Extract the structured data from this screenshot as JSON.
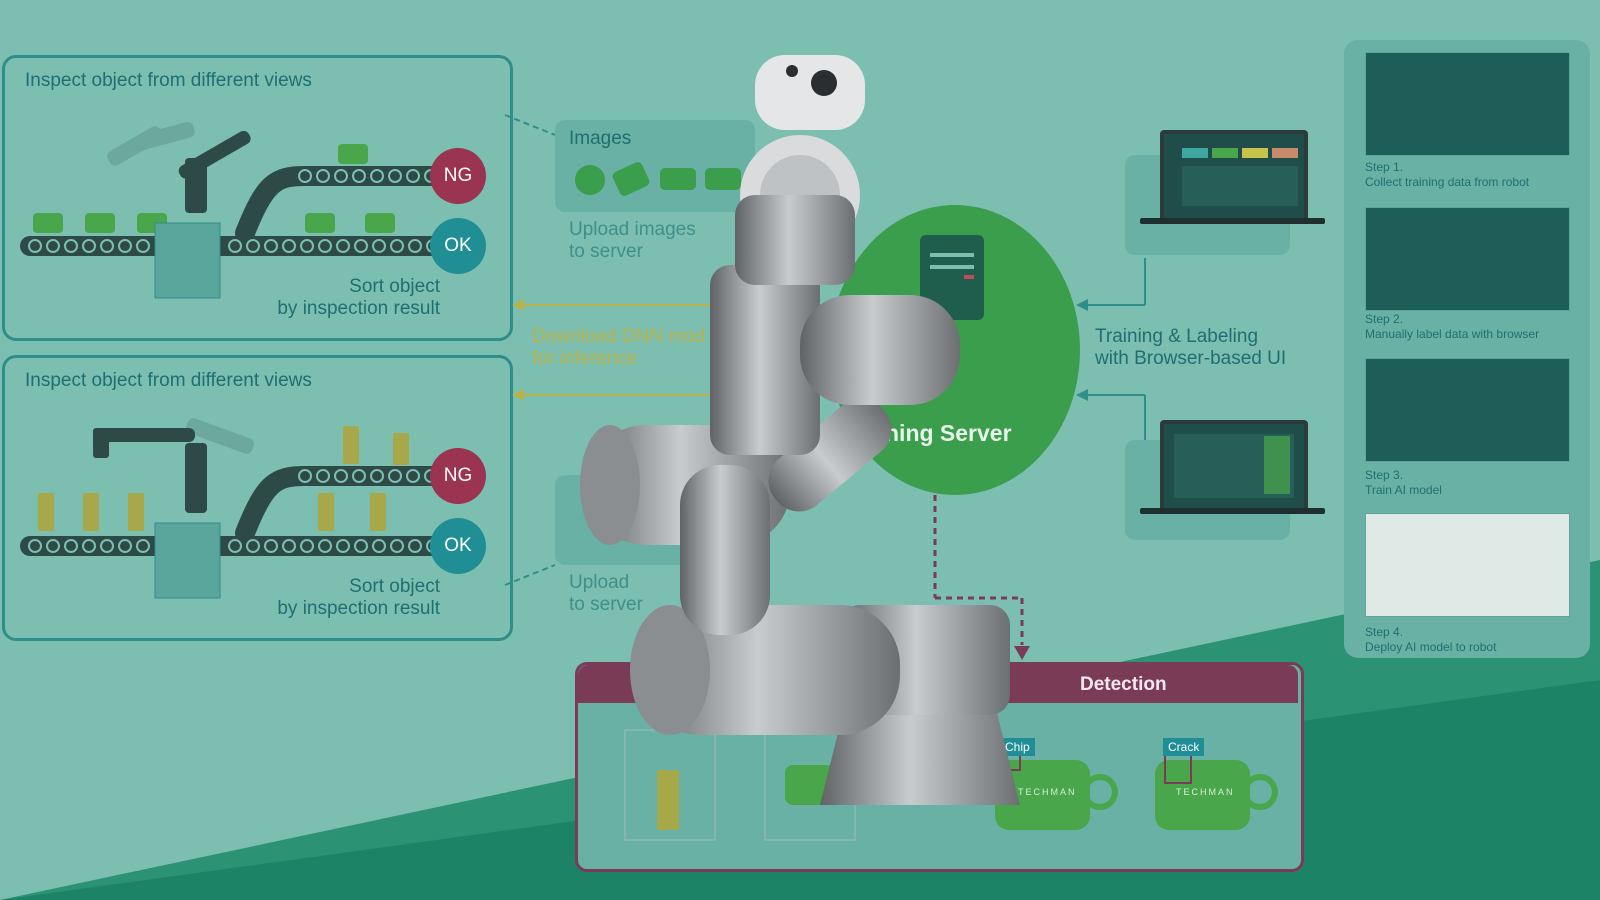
{
  "colors": {
    "background": "#7cbfb1",
    "panel_border": "#2f8f88",
    "ng": "#9a3450",
    "ok": "#1f8f95",
    "server_circle": "#3a9e4d",
    "detection_header": "#7a3b57"
  },
  "top_panel": {
    "title": "Inspect object from different views",
    "ng": "NG",
    "ok": "OK",
    "sort_line1": "Sort object",
    "sort_line2": "by inspection result"
  },
  "bottom_panel": {
    "title": "Inspect object from different views",
    "ng": "NG",
    "ok": "OK",
    "sort_line1": "Sort object",
    "sort_line2": "by inspection result"
  },
  "images_box": {
    "title": "Images",
    "upload_line1": "Upload images",
    "upload_line2": "to server"
  },
  "upload_partial": {
    "line1": "Upload",
    "line2": "to server"
  },
  "download": {
    "line1": "Download DNN mod",
    "line2": "for inference"
  },
  "server": {
    "label_partial": "ning Server"
  },
  "training": {
    "line1": "Training & Labeling",
    "line2": "with Browser-based UI"
  },
  "detection": {
    "title": "Detection",
    "tag_chip": "Chip",
    "tag_crack": "Crack",
    "cup_brand": "TECHMAN"
  },
  "steps": [
    {
      "title": "Step 1.",
      "desc": "Collect training data from robot"
    },
    {
      "title": "Step 2.",
      "desc": "Manually label data with browser"
    },
    {
      "title": "Step 3.",
      "desc": "Train AI model"
    },
    {
      "title": "Step 4.",
      "desc": "Deploy AI model to robot"
    }
  ]
}
